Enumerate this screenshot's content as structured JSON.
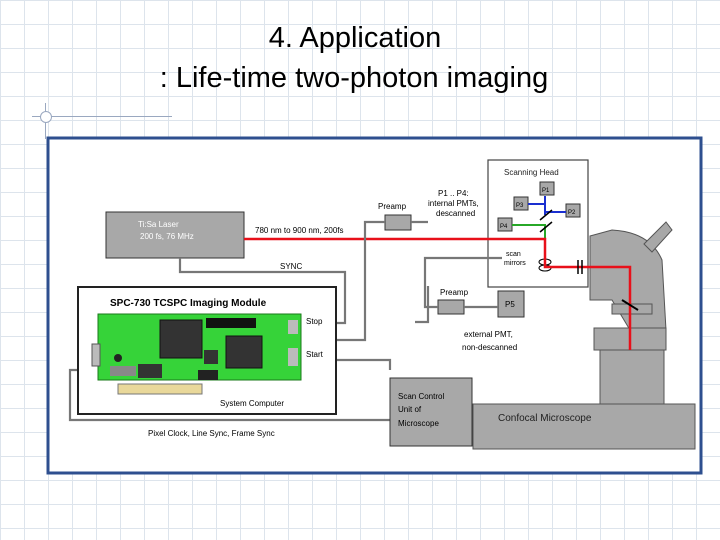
{
  "slide": {
    "title_line1": "4. Application",
    "title_line2": ": Life-time two-photon imaging"
  },
  "diagram": {
    "scanning_head": "Scanning Head",
    "p1": "P1",
    "p2": "P2",
    "p3": "P3",
    "p4": "P4",
    "p5": "P5",
    "p1_p4_line1": "P1 .. P4:",
    "p1_p4_line2": "internal PMTs,",
    "p1_p4_line3": "descanned",
    "preamp_top": "Preamp",
    "preamp_mid": "Preamp",
    "laser_line1": "Ti:Sa Laser",
    "laser_line2": "200 fs, 76 MHz",
    "beam_label": "780 nm to 900 nm, 200fs",
    "sync": "SYNC",
    "scan_mirrors_1": "scan",
    "scan_mirrors_2": "mirrors",
    "module_title": "SPC-730 TCSPC Imaging Module",
    "stop": "Stop",
    "start": "Start",
    "system_computer": "System Computer",
    "ext_pmt_1": "external PMT,",
    "ext_pmt_2": "non-descanned",
    "scu_1": "Scan Control",
    "scu_2": "Unit of",
    "scu_3": "Microscope",
    "microscope": "Confocal Microscope",
    "clock_label": "Pixel Clock, Line Sync, Frame Sync"
  },
  "colors": {
    "frame_border": "#2e4f8f",
    "beam": "#e8101a",
    "signal_line": "#777777",
    "box_gray": "#a8a8a8",
    "board_green": "#36d339",
    "p4_line": "#27a827",
    "p2_line": "#1a2fd0"
  }
}
